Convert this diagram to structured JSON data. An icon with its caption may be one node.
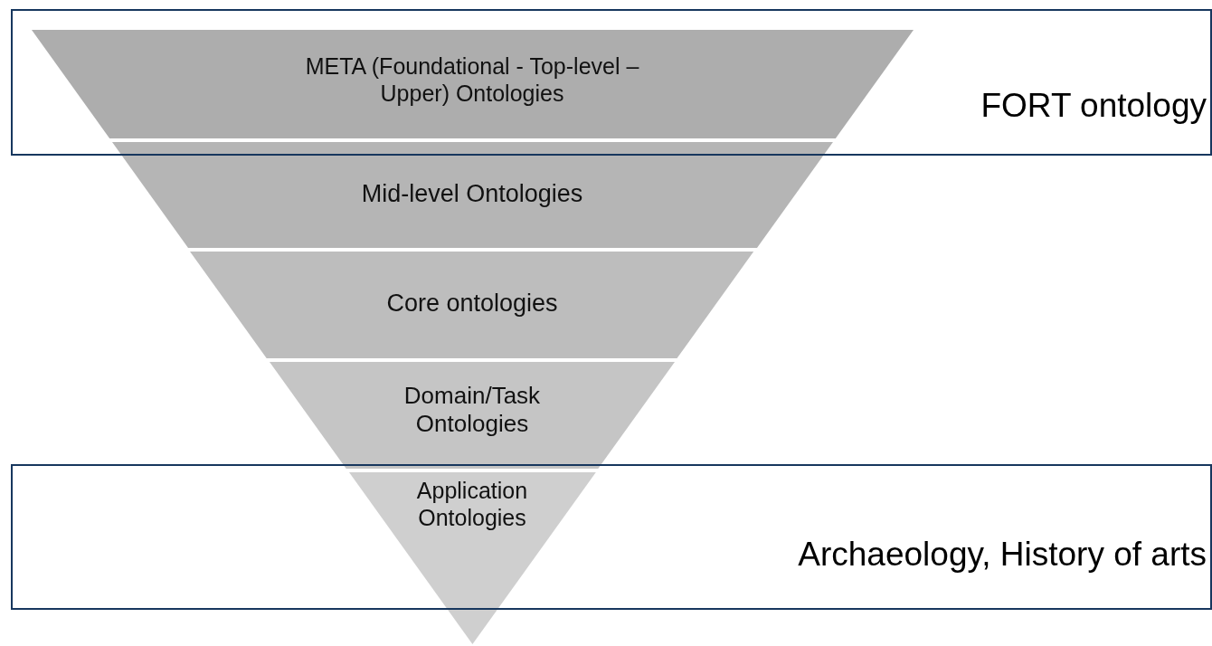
{
  "diagram": {
    "nodes": [
      {
        "text": [
          "FORT ontology"
        ]
      },
      {
        "text": [
          "META (Foundational - Top-level – Upper) Ontologies"
        ],
        "in": 0
      },
      {
        "text": [
          "Mid-level Ontologies"
        ]
      },
      {
        "text": [
          "Core ontologies"
        ]
      },
      {
        "text": [
          "Domain/Task Ontologies"
        ]
      },
      {
        "text": [
          "Application Ontologies"
        ]
      },
      {
        "text": [
          "Archaeology, History of arts"
        ]
      }
    ]
  }
}
